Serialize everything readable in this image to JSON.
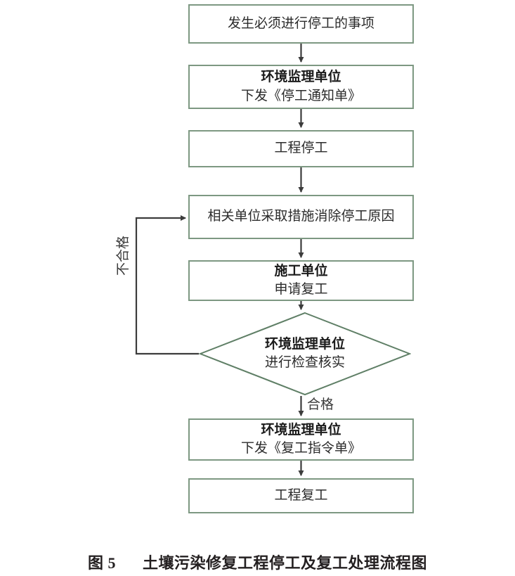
{
  "figure": {
    "caption_label": "图",
    "caption_number": "5",
    "caption_title": "土壤污染修复工程停工及复工处理流程图",
    "border_color": "#7d9882",
    "connector_color": "#3c3c3c",
    "text_color": "#2b2b2b",
    "background_color": "#ffffff"
  },
  "chart_data": {
    "type": "flowchart",
    "title": "土壤污染修复工程停工及复工处理流程图",
    "nodes": [
      {
        "id": "n1",
        "shape": "process",
        "lines": [
          "发生必须进行停工的事项"
        ],
        "bold": [
          false
        ]
      },
      {
        "id": "n2",
        "shape": "process",
        "lines": [
          "环境监理单位",
          "下发《停工通知单》"
        ],
        "bold": [
          true,
          false
        ]
      },
      {
        "id": "n3",
        "shape": "process",
        "lines": [
          "工程停工"
        ],
        "bold": [
          false
        ]
      },
      {
        "id": "n4",
        "shape": "process",
        "lines": [
          "相关单位采取措施消除停工原因"
        ],
        "bold": [
          false
        ]
      },
      {
        "id": "n5",
        "shape": "process",
        "lines": [
          "施工单位",
          "申请复工"
        ],
        "bold": [
          true,
          false
        ]
      },
      {
        "id": "d1",
        "shape": "decision",
        "lines": [
          "环境监理单位",
          "进行检查核实"
        ],
        "bold": [
          true,
          false
        ]
      },
      {
        "id": "n6",
        "shape": "process",
        "lines": [
          "环境监理单位",
          "下发《复工指令单》"
        ],
        "bold": [
          true,
          false
        ]
      },
      {
        "id": "n7",
        "shape": "process",
        "lines": [
          "工程复工"
        ],
        "bold": [
          false
        ]
      }
    ],
    "edges": [
      {
        "from": "n1",
        "to": "n2",
        "label": ""
      },
      {
        "from": "n2",
        "to": "n3",
        "label": ""
      },
      {
        "from": "n3",
        "to": "n4",
        "label": ""
      },
      {
        "from": "n4",
        "to": "n5",
        "label": ""
      },
      {
        "from": "n5",
        "to": "d1",
        "label": ""
      },
      {
        "from": "d1",
        "to": "n6",
        "label": "合格"
      },
      {
        "from": "n6",
        "to": "n7",
        "label": ""
      },
      {
        "from": "d1",
        "to": "n4",
        "label": "不合格"
      }
    ],
    "labels": {
      "pass": "合格",
      "fail": "不合格"
    }
  },
  "nodes": {
    "n1": {
      "l1": "发生必须进行停工的事项"
    },
    "n2": {
      "l1": "环境监理单位",
      "l2": "下发《停工通知单》"
    },
    "n3": {
      "l1": "工程停工"
    },
    "n4": {
      "l1": "相关单位采取措施消除停工原因"
    },
    "n5": {
      "l1": "施工单位",
      "l2": "申请复工"
    },
    "d1": {
      "l1": "环境监理单位",
      "l2": "进行检查核实"
    },
    "n6": {
      "l1": "环境监理单位",
      "l2": "下发《复工指令单》"
    },
    "n7": {
      "l1": "工程复工"
    }
  },
  "labels": {
    "pass": "合格",
    "fail": "不合格"
  }
}
